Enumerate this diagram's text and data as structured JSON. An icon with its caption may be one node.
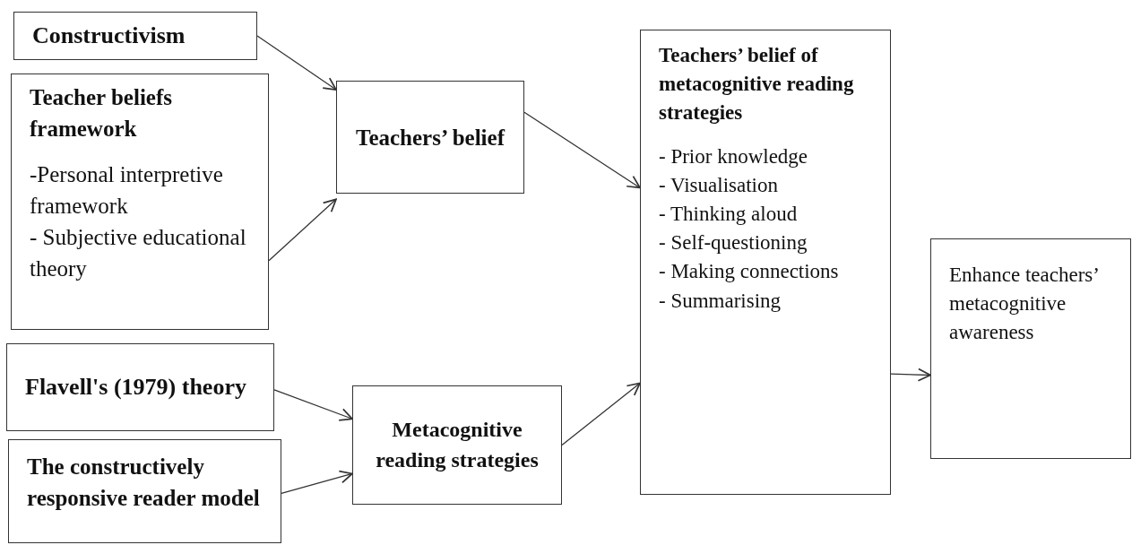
{
  "diagram": {
    "nodes": [
      {
        "text": [
          "Constructivism"
        ]
      },
      {
        "text": [
          "Teacher beliefs framework",
          "-Personal interpretive framework",
          "- Subjective educational theory"
        ]
      },
      {
        "text": [
          "Flavell's (1979) theory"
        ]
      },
      {
        "text": [
          "The constructively responsive reader model"
        ]
      },
      {
        "text": [
          "Teachers’ belief"
        ]
      },
      {
        "text": [
          "Metacognitive reading strategies"
        ]
      },
      {
        "text": [
          "Teachers’ belief of metacognitive reading strategies",
          "- Prior knowledge",
          "- Visualisation",
          "- Thinking aloud",
          "- Self-questioning",
          "- Making connections",
          "- Summarising"
        ]
      },
      {
        "text": [
          "Enhance teachers’ metacognitive awareness"
        ]
      }
    ],
    "edges": [
      {
        "from": 0,
        "to": 4,
        "arrow": "to"
      },
      {
        "from": 1,
        "to": 4,
        "arrow": "to"
      },
      {
        "from": 2,
        "to": 5,
        "arrow": "to"
      },
      {
        "from": 3,
        "to": 5,
        "arrow": "to"
      },
      {
        "from": 4,
        "to": 6,
        "arrow": "to"
      },
      {
        "from": 5,
        "to": 6,
        "arrow": "to"
      },
      {
        "from": 6,
        "to": 7,
        "arrow": "to"
      }
    ]
  }
}
